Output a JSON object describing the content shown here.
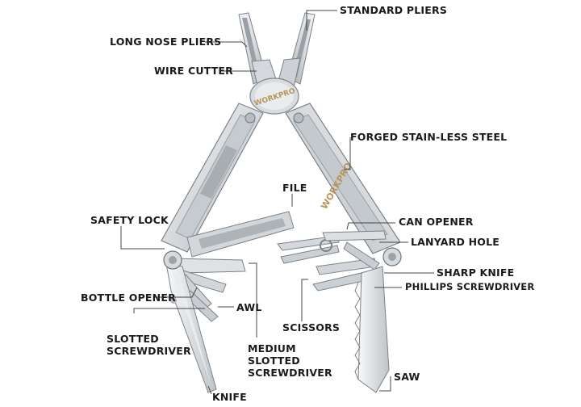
{
  "brand": "WORKPRO",
  "labels": {
    "standard_pliers": "STANDARD PLIERS",
    "long_nose_pliers": "LONG NOSE PLIERS",
    "wire_cutter": "WIRE CUTTER",
    "forged_steel": "FORGED STAIN-LESS STEEL",
    "file": "FILE",
    "safety_lock": "SAFETY LOCK",
    "can_opener": "CAN OPENER",
    "lanyard_hole": "LANYARD HOLE",
    "sharp_knife": "SHARP KNIFE",
    "phillips_screwdriver": "PHILLIPS SCREWDRIVER",
    "bottle_opener": "BOTTLE OPENER",
    "awl": "AWL",
    "scissors": "SCISSORS",
    "slotted_screwdriver": "SLOTTED\nSCREWDRIVER",
    "medium_slotted_screwdriver": "MEDIUM\nSLOTTED\nSCREWDRIVER",
    "saw": "SAW",
    "knife": "KNIFE"
  },
  "colors": {
    "text": "#1a1a1a",
    "leader": "#444444",
    "steel_light": "#eceef0",
    "steel_mid": "#c9cdd1",
    "steel_dark": "#8e949a",
    "brand_gold": "#b8945a"
  }
}
